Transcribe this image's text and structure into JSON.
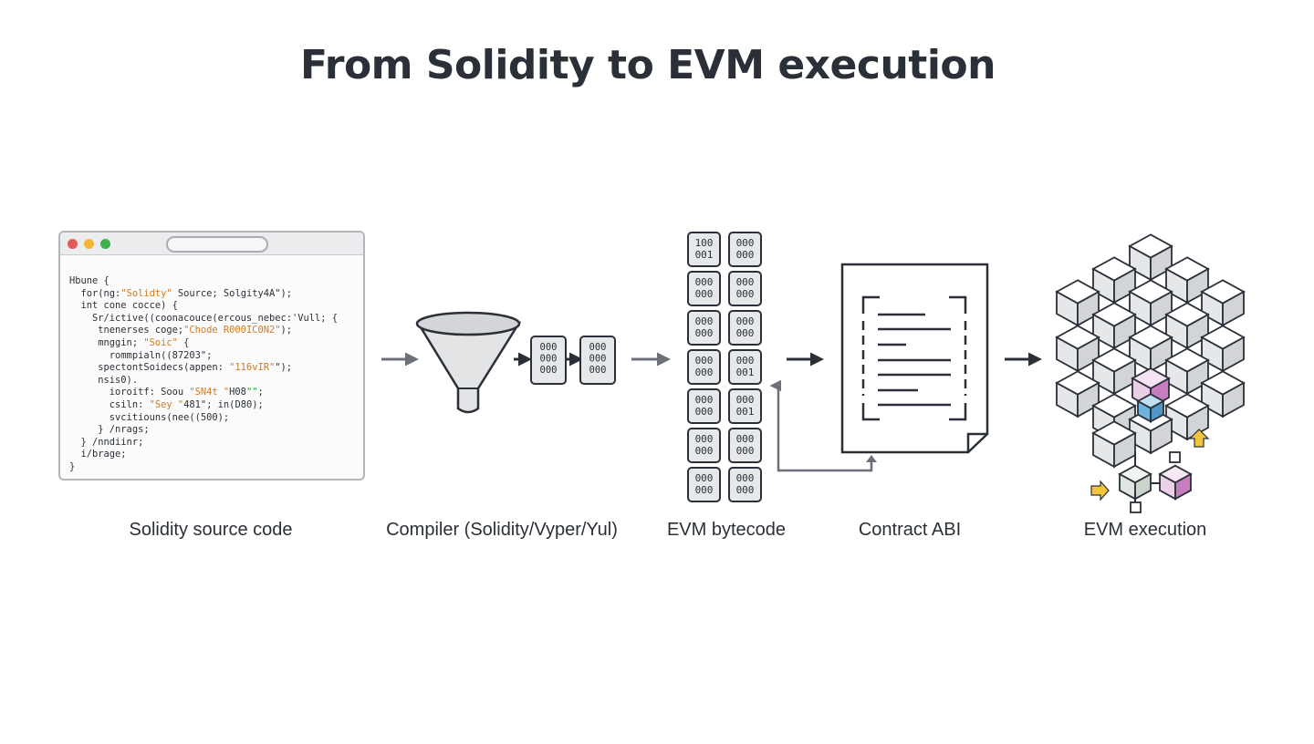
{
  "title": "From Solidity to EVM execution",
  "stages": [
    {
      "id": "source",
      "label": "Solidity source code",
      "icon": "code-window-icon"
    },
    {
      "id": "compiler",
      "label": "Compiler (Solidity/Vyper/Yul)",
      "icon": "funnel-icon"
    },
    {
      "id": "bytecode",
      "label": "EVM bytecode",
      "icon": "binary-blocks-icon"
    },
    {
      "id": "abi",
      "label": "Contract ABI",
      "icon": "document-icon"
    },
    {
      "id": "execution",
      "label": "EVM execution",
      "icon": "cube-cluster-icon"
    }
  ],
  "code_lines": [
    "Hbune {",
    "  for(ng:\"Solidty\" Source; Solgity4A\");",
    "  int cone cocce) {",
    "    Sr/ictive((coonacouce(ercous_nebec:'Vull; {",
    "     tnenerses coge;\"Chode R000IC0N2\");",
    "     mnggin; \"Soic\" {",
    "       rommpialn((87203\";",
    "     spectontSoidecs(appen: \"116vIR\"\");",
    "     nsis0).",
    "       ioroitf: Soou \"SN4t \"H08\"\";",
    "       csiln: \"Sey \"481\"; in(D80);",
    "       svcitiouns(nee((500);",
    "     } /nrags;",
    "  } /nndiinr;",
    "  i/brage;",
    "}"
  ],
  "bytecode_blocks_small": [
    [
      "000",
      "000",
      "000"
    ],
    [
      "000",
      "000",
      "000"
    ]
  ],
  "bytecode_column": [
    [
      [
        "100",
        "001"
      ],
      [
        "000",
        "000"
      ]
    ],
    [
      [
        "000",
        "000"
      ],
      [
        "000",
        "000"
      ]
    ],
    [
      [
        "000",
        "000"
      ],
      [
        "000",
        "000"
      ]
    ],
    [
      [
        "000",
        "000"
      ],
      [
        "000",
        "001"
      ]
    ],
    [
      [
        "000",
        "000"
      ],
      [
        "000",
        "001"
      ]
    ],
    [
      [
        "000",
        "000"
      ],
      [
        "000",
        "000"
      ]
    ],
    [
      [
        "000",
        "000"
      ],
      [
        "000",
        "000"
      ]
    ]
  ],
  "colors": {
    "stroke": "#2b3038",
    "arrow_gray": "#6b7079",
    "accent_pink": "#c77dc0",
    "accent_blue": "#6fb3e0",
    "accent_yellow": "#f2c43d"
  }
}
